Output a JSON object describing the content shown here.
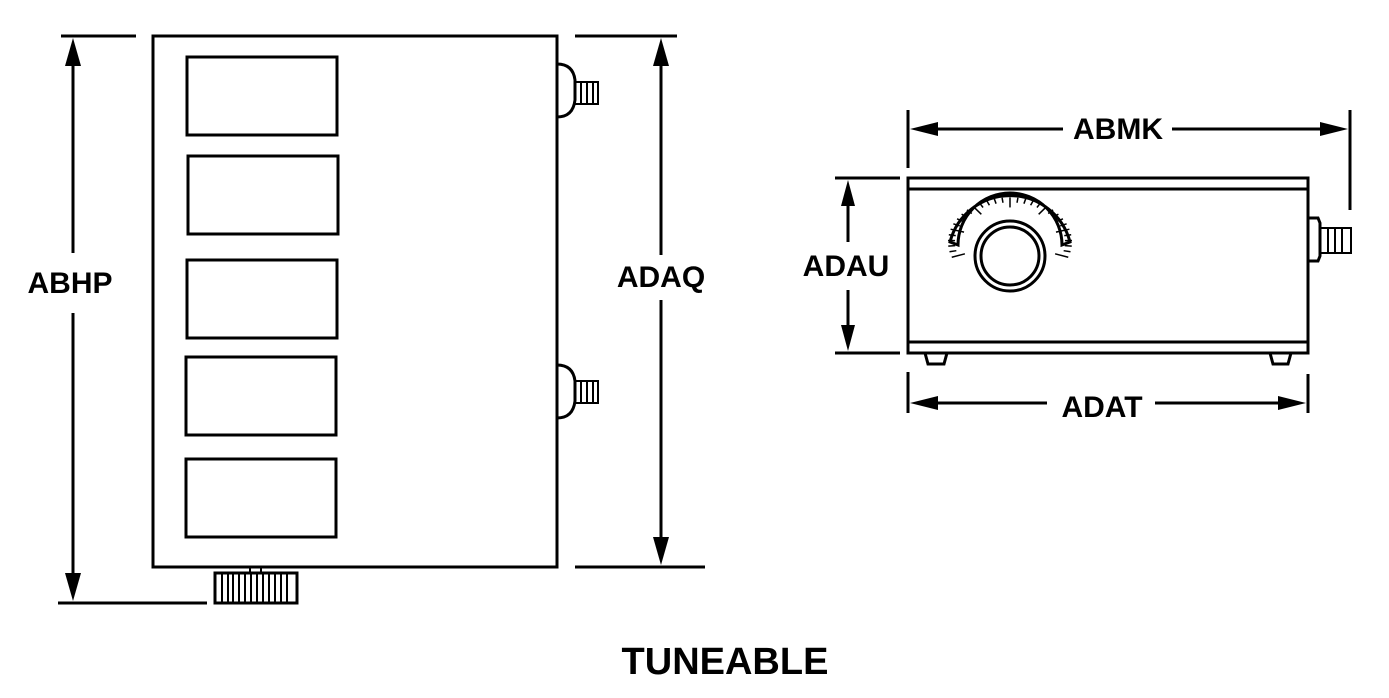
{
  "diagram": {
    "caption": "TUNEABLE",
    "colors": {
      "line": "#000000",
      "background": "#ffffff"
    },
    "front_view": {
      "dimensions": {
        "overall_height": "ABHP",
        "body_height": "ADAQ"
      },
      "panel_windows": 5,
      "side_connectors": 2,
      "bottom_knob": true
    },
    "side_view": {
      "dimensions": {
        "overall_width": "ABMK",
        "height": "ADAU",
        "body_width": "ADAT"
      },
      "dial": true,
      "connector": true,
      "feet": 2
    }
  }
}
